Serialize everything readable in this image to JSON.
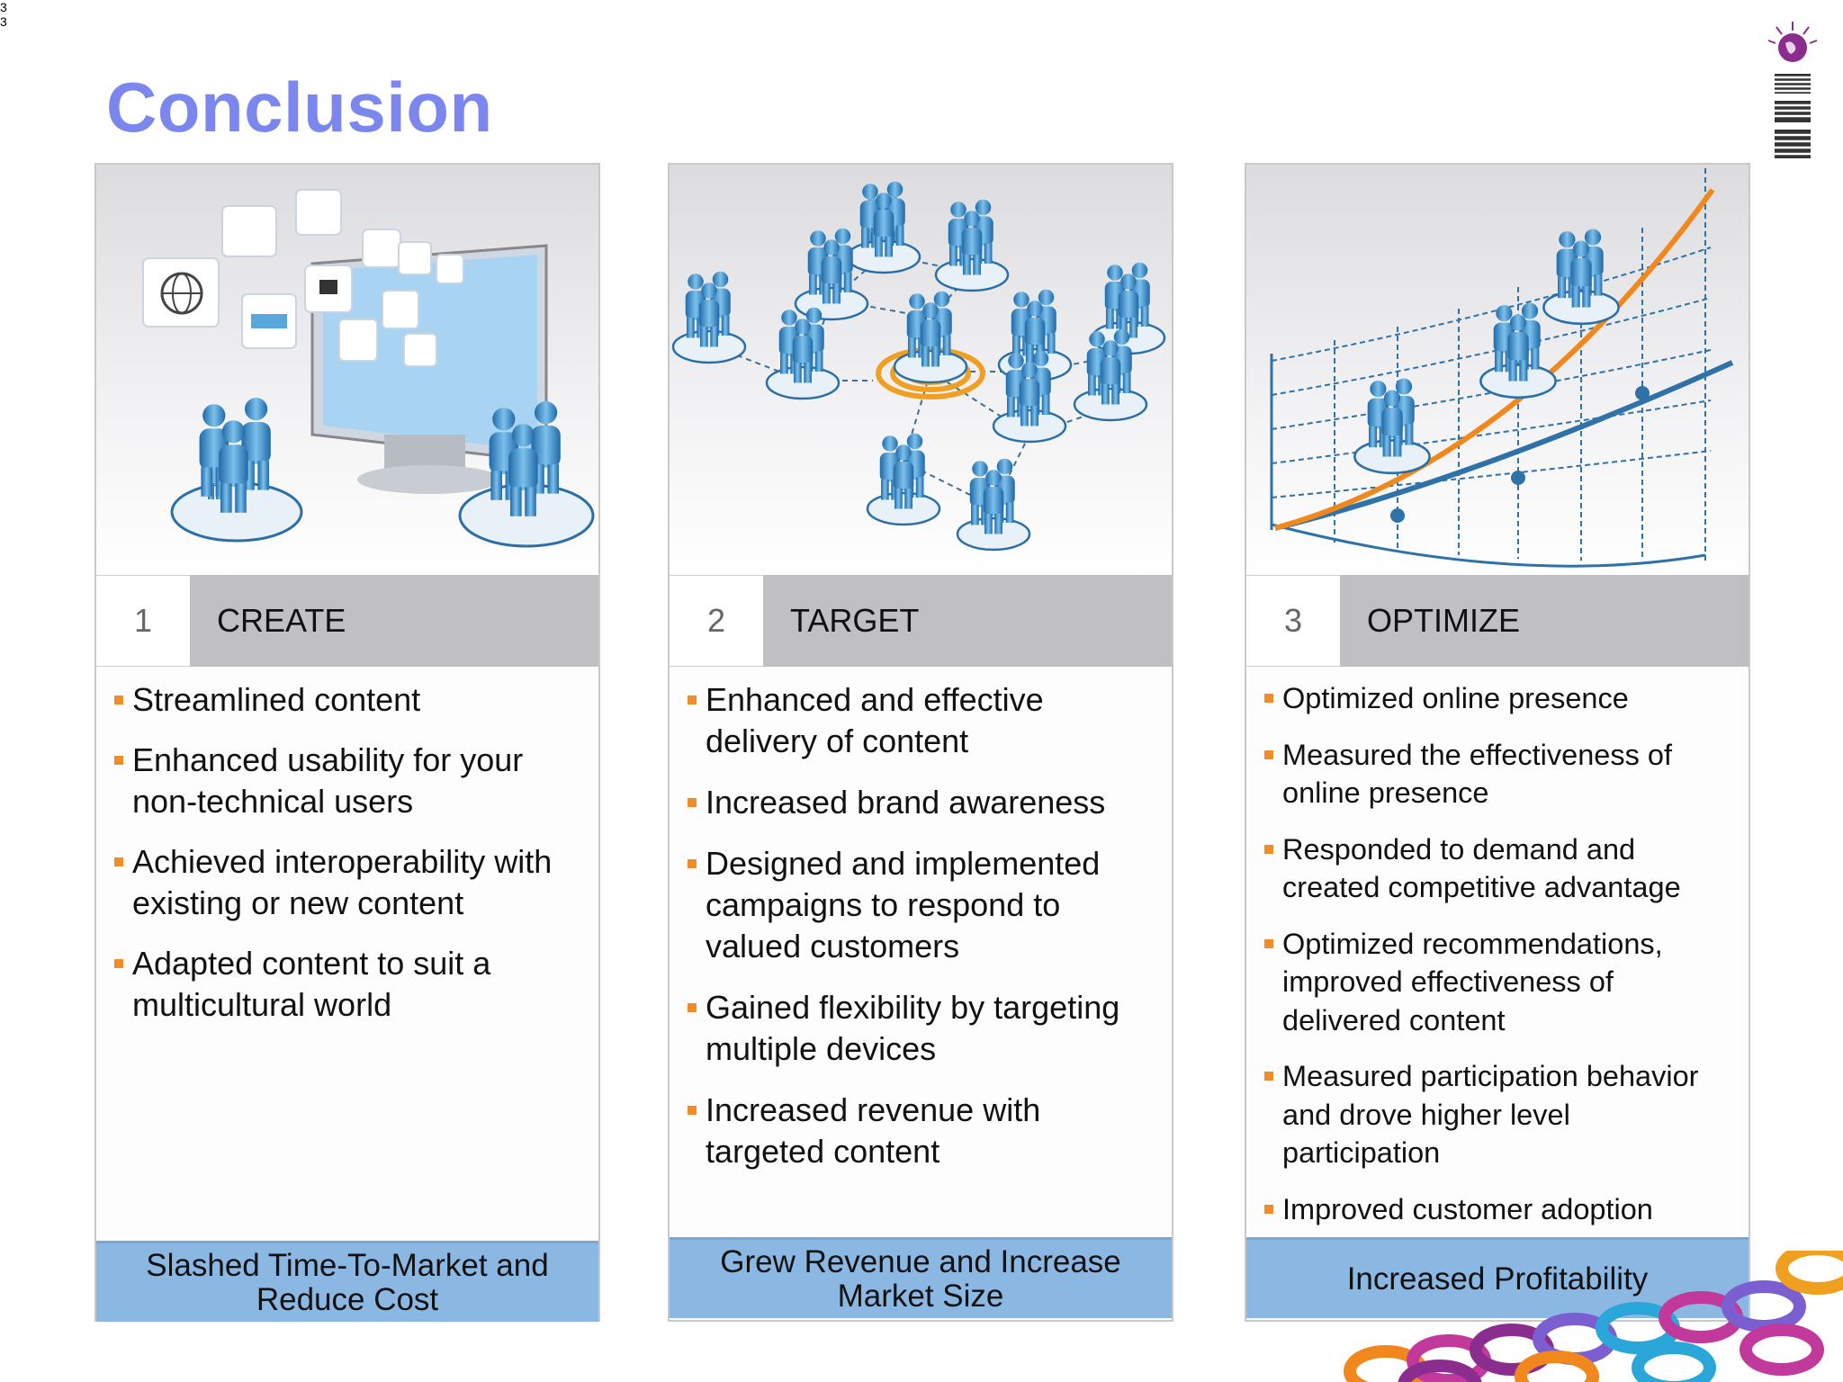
{
  "page_number": [
    "3",
    "3"
  ],
  "title": "Conclusion",
  "logo": {
    "name": "IBM"
  },
  "colors": {
    "title": "#7b86ee",
    "bullet": "#f28c28",
    "footer": "#8bb8e2",
    "header": "#c0c0c3"
  },
  "panels": [
    {
      "number": "1",
      "label": "CREATE",
      "image": "people-with-monitor-and-content-icons",
      "bullets": [
        "Streamlined content",
        "Enhanced usability for your non-technical users",
        "Achieved interoperability with existing or new content",
        "Adapted content to suit a multicultural world"
      ],
      "footer": "Slashed Time-To-Market and Reduce Cost"
    },
    {
      "number": "2",
      "label": "TARGET",
      "image": "people-network-with-target",
      "bullets": [
        "Enhanced and effective delivery of content",
        "Increased brand awareness",
        "Designed and implemented campaigns to respond to valued customers",
        "Gained flexibility by targeting multiple devices",
        "Increased revenue with targeted content"
      ],
      "footer": "Grew Revenue and Increase Market Size"
    },
    {
      "number": "3",
      "label": "OPTIMIZE",
      "image": "people-on-growth-curve-grid",
      "bullets": [
        "Optimized online presence",
        "Measured the effectiveness of online presence",
        "Responded to demand and created competitive advantage",
        "Optimized recommendations, improved effectiveness of delivered content",
        "Measured participation behavior and drove higher level participation",
        "Improved customer adoption"
      ],
      "footer": "Increased Profitability"
    }
  ]
}
